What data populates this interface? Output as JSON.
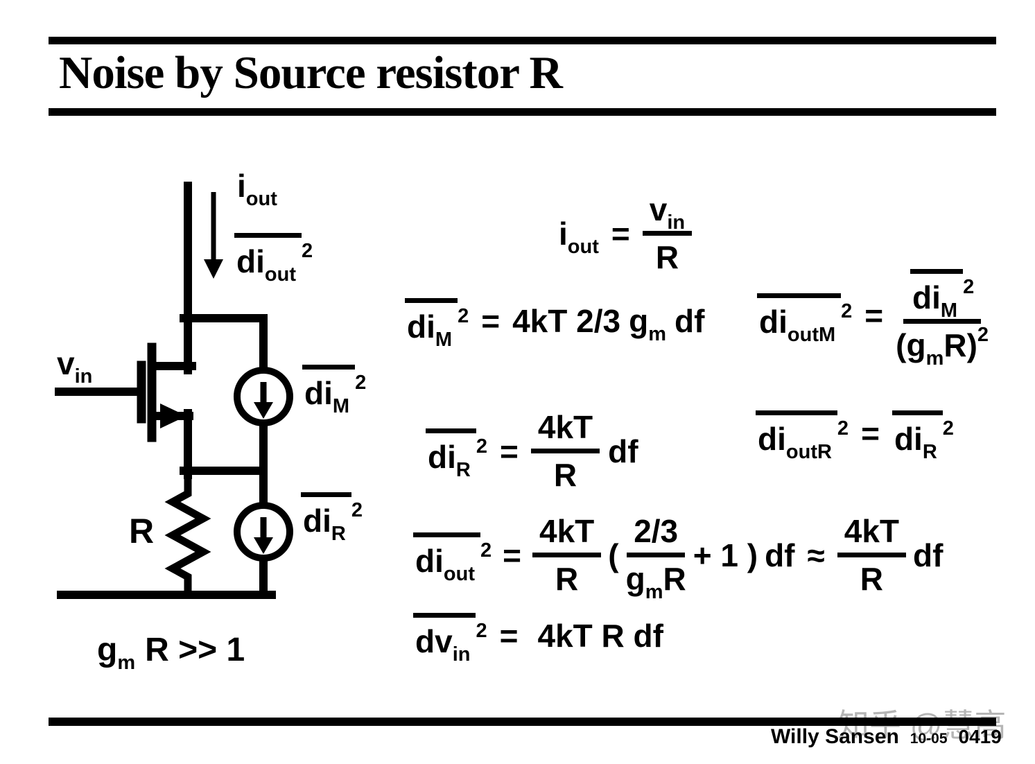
{
  "title": "Noise by Source resistor R",
  "footer": {
    "author": "Willy Sansen",
    "date": "10-05",
    "slide_no": "0419"
  },
  "watermark": "知乎 @慧高",
  "circuit": {
    "vin": {
      "base": "v",
      "sub": "in"
    },
    "iout": {
      "base": "i",
      "sub": "out"
    },
    "diout": {
      "base": "di",
      "sub": "out",
      "sup": "2"
    },
    "dim": {
      "base": "di",
      "sub": "M",
      "sup": "2"
    },
    "dir": {
      "base": "di",
      "sub": "R",
      "sup": "2"
    },
    "resistor_label": "R",
    "condition": {
      "base": "g",
      "sub": "m",
      "rest": "R  >> 1"
    }
  },
  "equations": {
    "iout": {
      "lhs": {
        "base": "i",
        "sub": "out"
      },
      "rel": "=",
      "num": {
        "base": "v",
        "sub": "in"
      },
      "den": "R"
    },
    "dim": {
      "lhs": {
        "base": "di",
        "sub": "M",
        "sup": "2"
      },
      "rel": "=",
      "pre": "4kT 2/3",
      "gm": {
        "base": "g",
        "sub": "m"
      },
      "post": "df"
    },
    "dioutm": {
      "lhs": {
        "base": "di",
        "sub": "outM",
        "sup": "2"
      },
      "rel": "=",
      "num": {
        "base": "di",
        "sub": "M",
        "sup": "2"
      },
      "den": {
        "pre": "(g",
        "sub": "m",
        "post": "R)",
        "sup": "2"
      }
    },
    "dir": {
      "lhs": {
        "base": "di",
        "sub": "R",
        "sup": "2"
      },
      "rel": "=",
      "num": "4kT",
      "den": "R",
      "post": "df"
    },
    "dioutr": {
      "lhs": {
        "base": "di",
        "sub": "outR",
        "sup": "2"
      },
      "rel": "=",
      "rhs": {
        "base": "di",
        "sub": "R",
        "sup": "2"
      }
    },
    "diout": {
      "lhs": {
        "base": "di",
        "sub": "out",
        "sup": "2"
      },
      "rel": "=",
      "frac1": {
        "num": "4kT",
        "den": "R"
      },
      "open": "(",
      "frac2": {
        "num": "2/3",
        "den": {
          "base": "g",
          "sub": "m",
          "post": "R"
        }
      },
      "tail": "+ 1 )",
      "df1": "df",
      "approx": "≈",
      "frac3": {
        "num": "4kT",
        "den": "R"
      },
      "df2": "df"
    },
    "dvin": {
      "lhs": {
        "base": "dv",
        "sub": "in",
        "sup": "2"
      },
      "rel": "=",
      "rhs": "4kT R df"
    }
  }
}
